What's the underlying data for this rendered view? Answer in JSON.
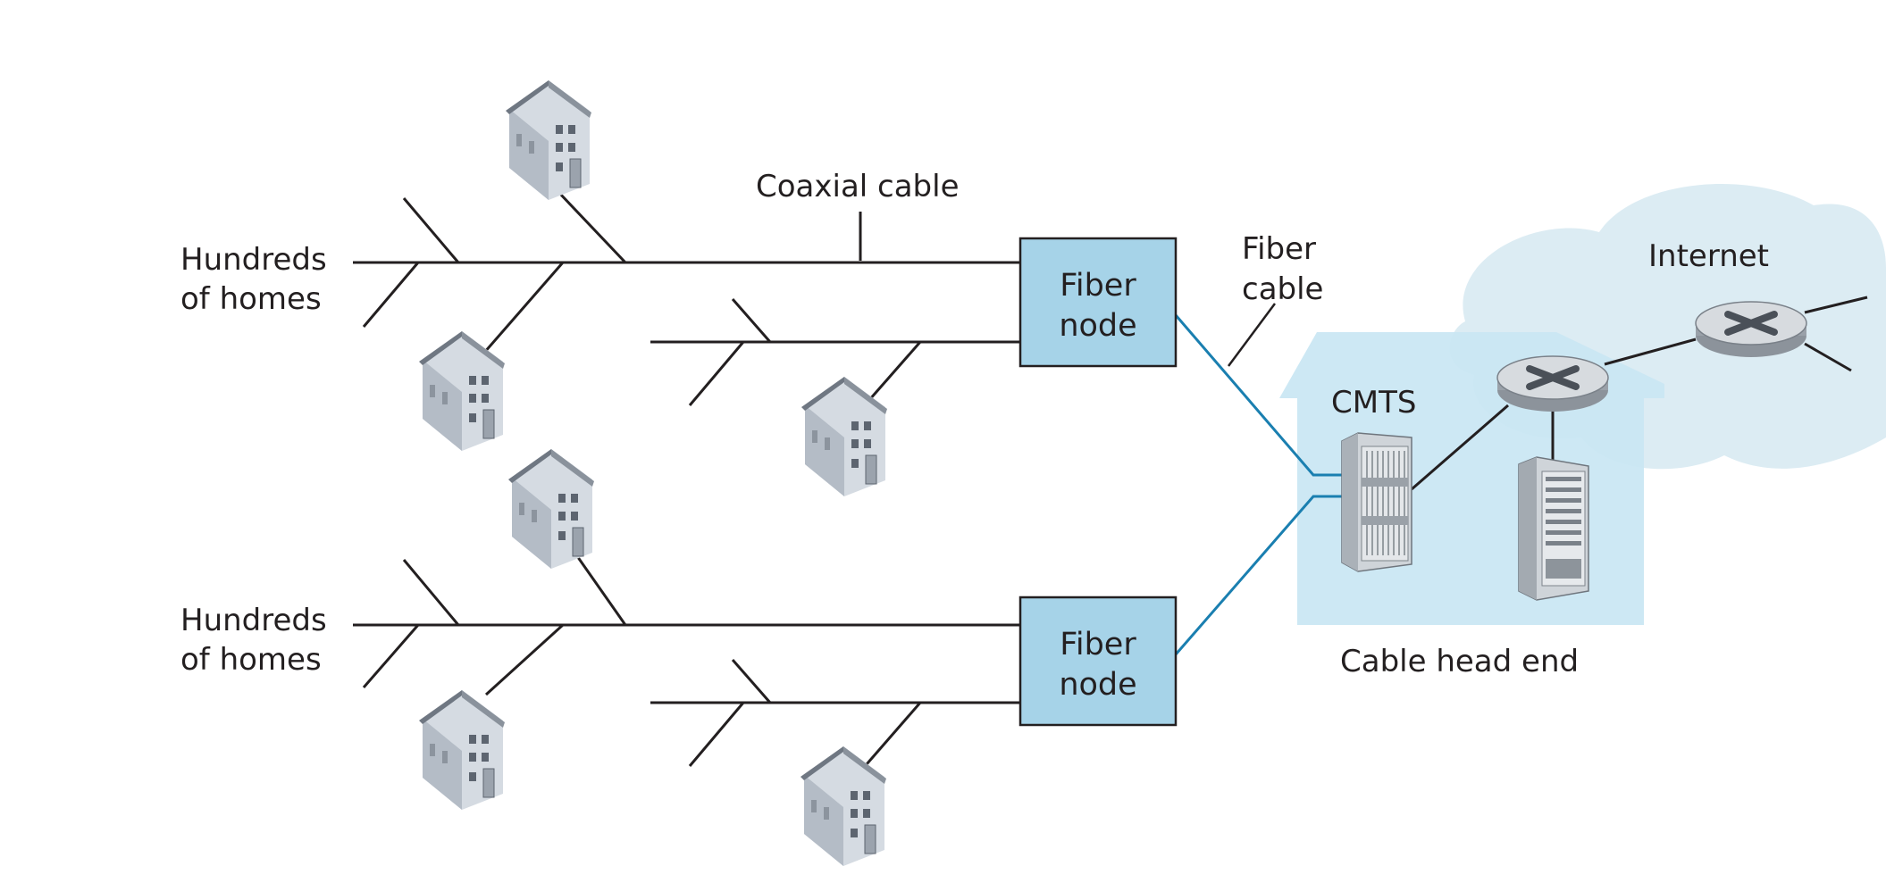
{
  "labels": {
    "hundreds_line1": "Hundreds",
    "hundreds_line2": "of homes",
    "coaxial_cable": "Coaxial cable",
    "fiber_cable_line1": "Fiber",
    "fiber_cable_line2": "cable",
    "fiber_node_line1": "Fiber",
    "fiber_node_line2": "node",
    "cmts": "CMTS",
    "internet": "Internet",
    "cable_head_end": "Cable head end"
  },
  "colors": {
    "fiber_node_fill": "#a6d3e8",
    "fiber_line": "#1a7fb0",
    "head_end_fill": "#c9e6f3",
    "internet_cloud": "#dcecf3",
    "cable_line": "#231f20"
  },
  "icons": {
    "home": "house-icon",
    "router": "router-icon",
    "cmts": "cmts-rack-icon",
    "server": "server-icon"
  }
}
